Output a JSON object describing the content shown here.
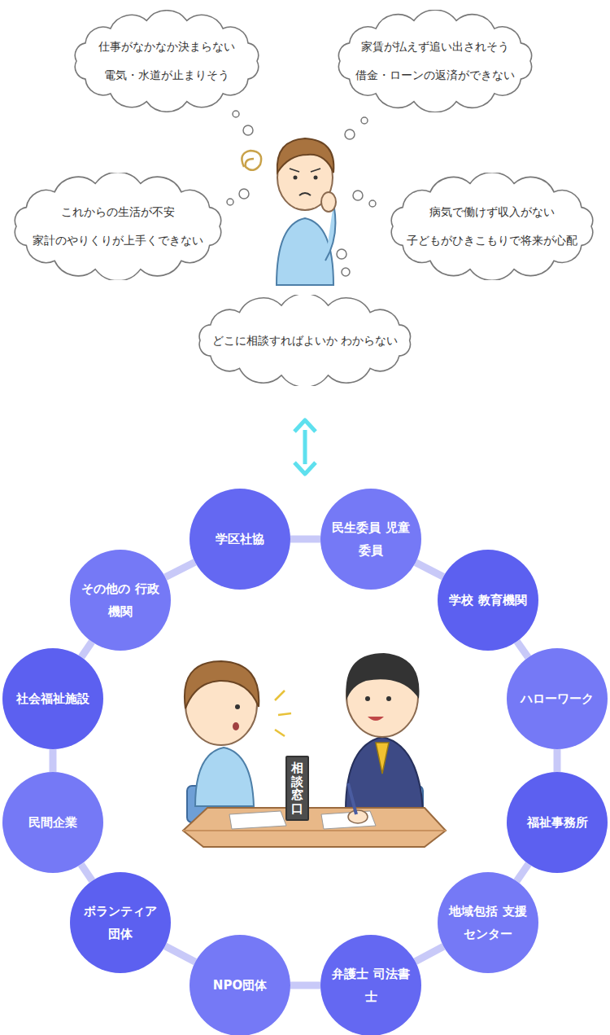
{
  "diagram": {
    "nodes": [
      {
        "text": [
          "仕事がなかなか決まらない",
          "電気・水道が止まりそう"
        ]
      },
      {
        "text": [
          "家賃が払えず追い出されそう",
          "借金・ローンの返済ができない"
        ]
      },
      {
        "text": [
          "これからの生活が不安",
          "家計のやりくりが上手くできない"
        ]
      },
      {
        "text": [
          "病気で働けず収入がない",
          "子どもがひきこもりで将来が心配"
        ]
      },
      {
        "text": [
          "どこに相談すればよいか わからない"
        ]
      },
      {
        "text": [
          "学区社協"
        ]
      },
      {
        "text": [
          "民生委員 児童委員"
        ]
      },
      {
        "text": [
          "学校 教育機関"
        ]
      },
      {
        "text": [
          "ハローワーク"
        ]
      },
      {
        "text": [
          "福祉事務所"
        ]
      },
      {
        "text": [
          "地域包括 支援センター"
        ]
      },
      {
        "text": [
          "弁護士 司法書士"
        ]
      },
      {
        "text": [
          "NPO団体"
        ]
      },
      {
        "text": [
          "ボランティア 団体"
        ]
      },
      {
        "text": [
          "民間企業"
        ]
      },
      {
        "text": [
          "社会福祉施設"
        ]
      },
      {
        "text": [
          "その他の 行政機関"
        ]
      },
      {
        "text": [
          "相談窓口"
        ]
      }
    ],
    "edges": [
      {
        "from": 5,
        "to": 6,
        "arrow": "none"
      },
      {
        "from": 6,
        "to": 7,
        "arrow": "none"
      },
      {
        "from": 7,
        "to": 8,
        "arrow": "none"
      },
      {
        "from": 8,
        "to": 9,
        "arrow": "none"
      },
      {
        "from": 9,
        "to": 10,
        "arrow": "none"
      },
      {
        "from": 10,
        "to": 11,
        "arrow": "none"
      },
      {
        "from": 11,
        "to": 12,
        "arrow": "none"
      },
      {
        "from": 12,
        "to": 13,
        "arrow": "none"
      },
      {
        "from": 13,
        "to": 14,
        "arrow": "none"
      },
      {
        "from": 14,
        "to": 15,
        "arrow": "none"
      },
      {
        "from": 15,
        "to": 16,
        "arrow": "none"
      },
      {
        "from": 16,
        "to": 5,
        "arrow": "none"
      }
    ]
  }
}
